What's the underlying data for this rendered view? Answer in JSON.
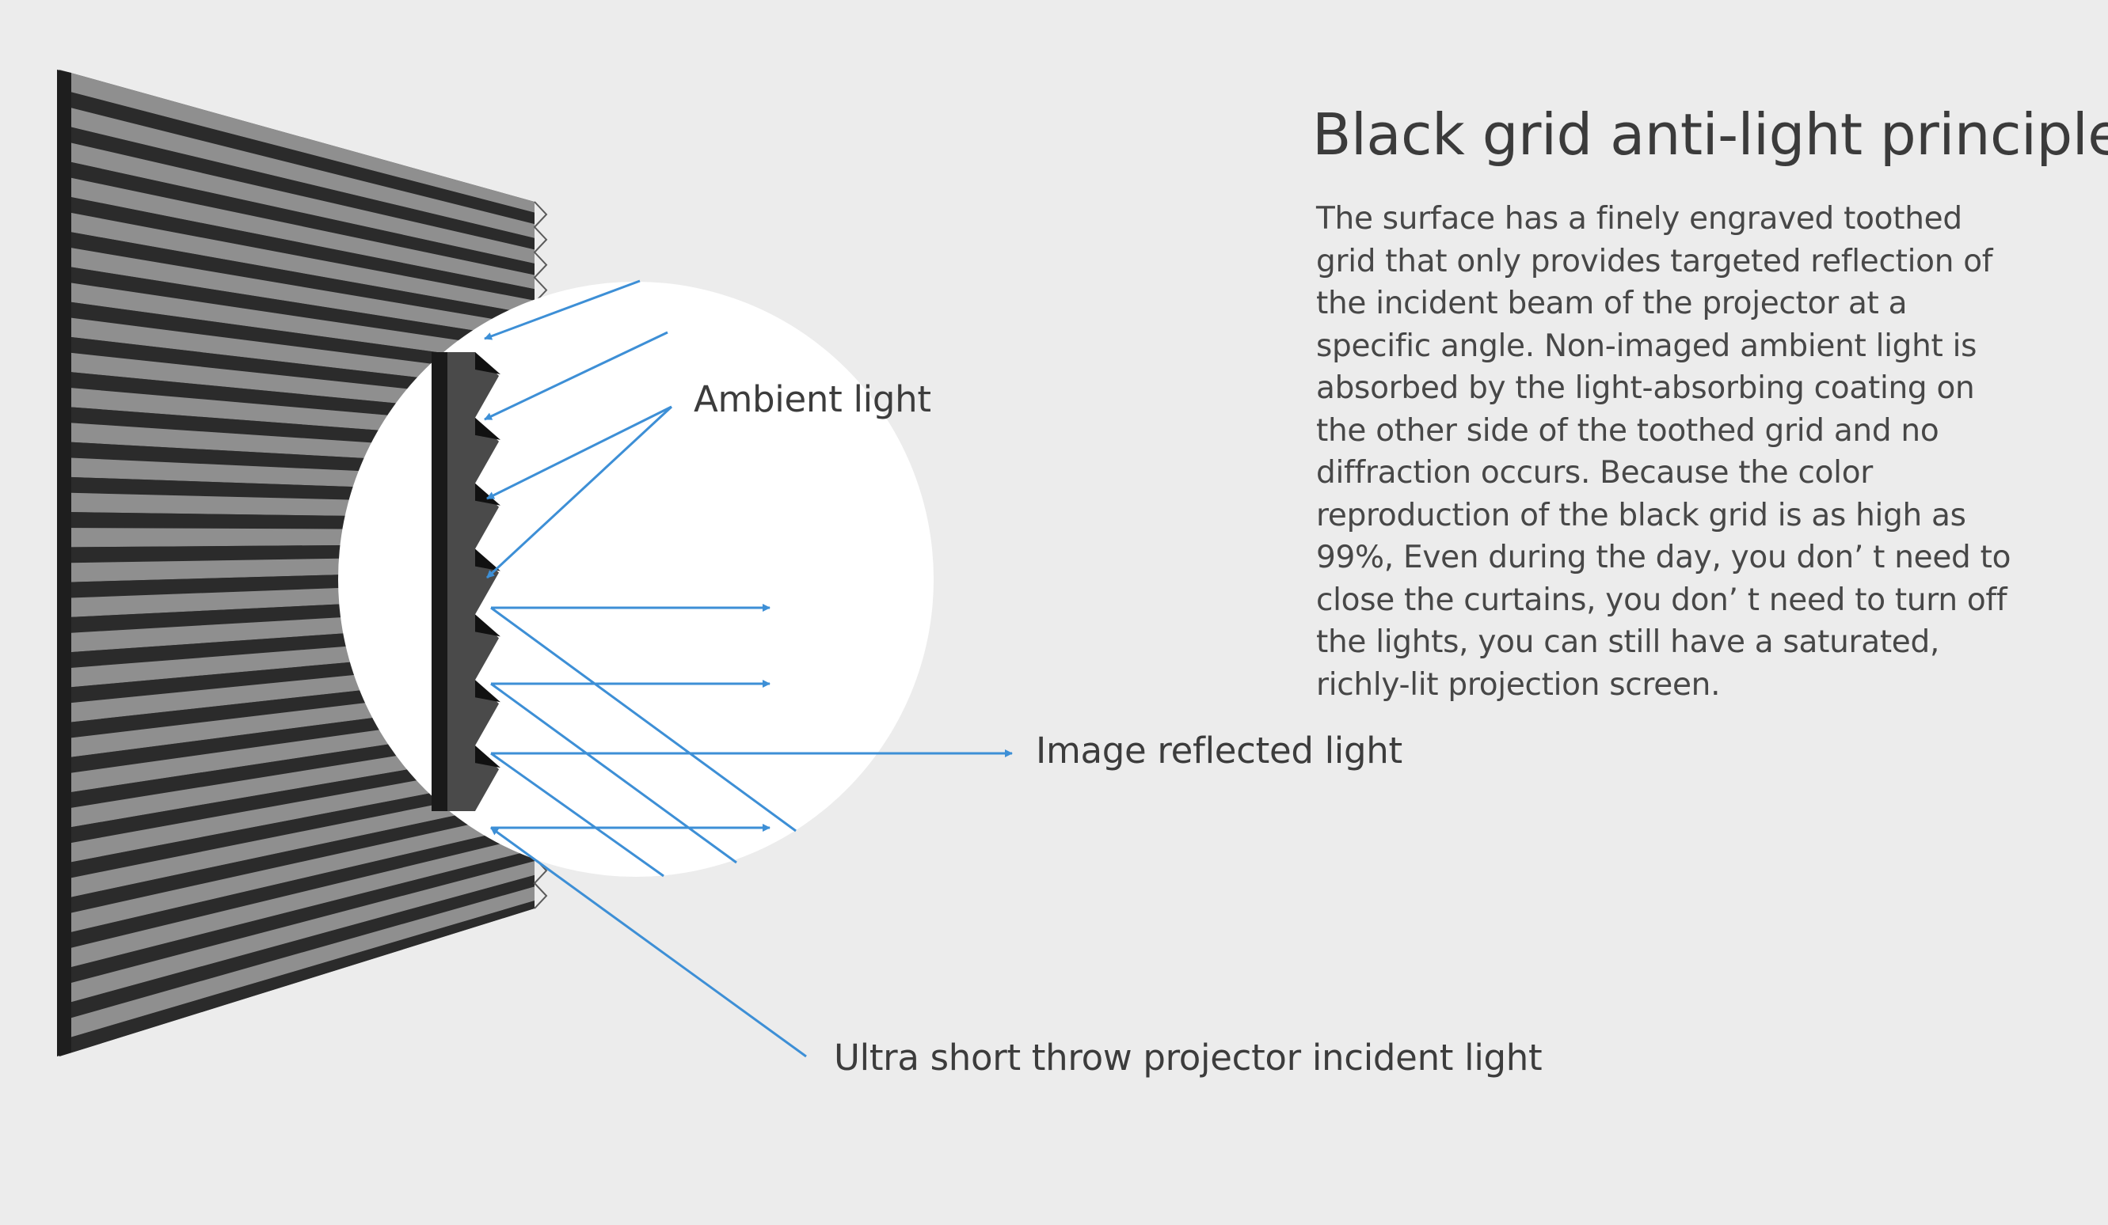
{
  "title": "Black grid anti-light principle",
  "description": "The surface has a finely engraved toothed grid that only provides targeted reflection of the incident beam of the projector at a specific angle. Non-imaged ambient light is absorbed by the light-absorbing coating on the other side of the toothed grid and no diffraction occurs. Because the color reproduction of the black grid is as high as 99%, Even during the day, you don’ t need to close the curtains, you don’ t need to turn off the lights, you can still have a saturated, richly-lit projection screen.",
  "labels": {
    "ambient": "Ambient light",
    "reflected": "Image reflected light",
    "incident": "Ultra short throw projector incident light"
  },
  "colors": {
    "background": "#ececec",
    "ray": "#3d8fd6",
    "grid_dark": "#2b2b2b",
    "grid_light": "#8f8f8f",
    "magnifier": "#ffffff"
  }
}
